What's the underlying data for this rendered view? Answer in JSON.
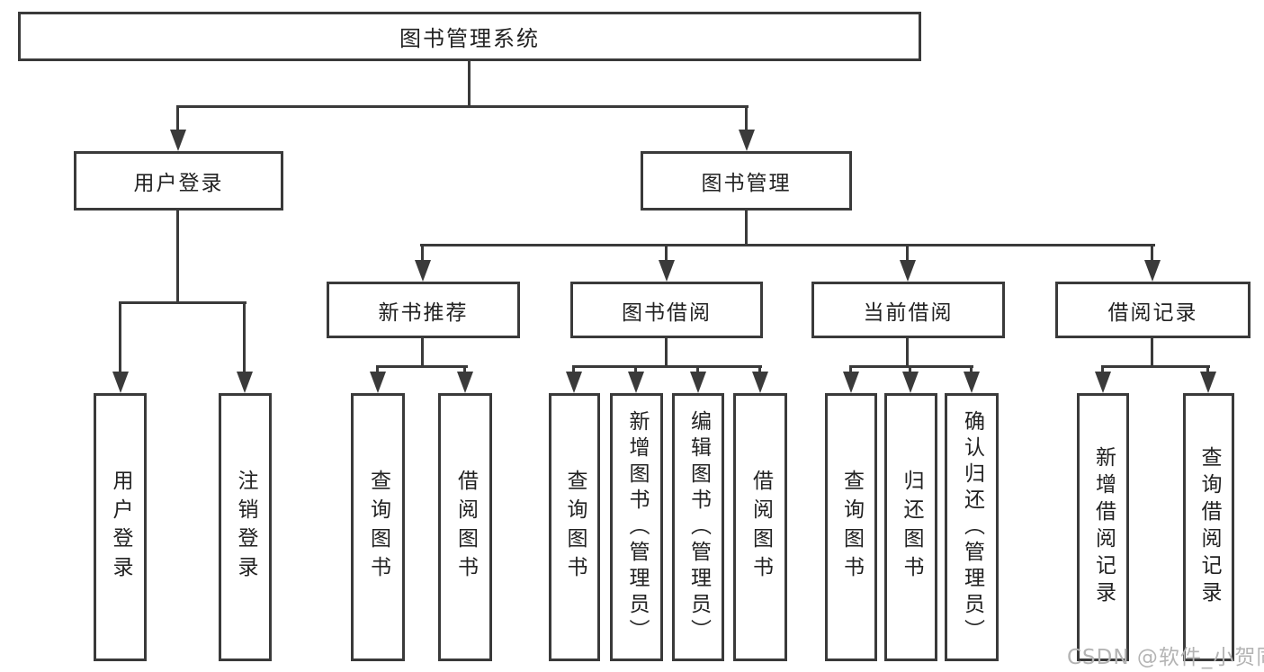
{
  "tree": {
    "label": "图书管理系统",
    "children": [
      {
        "label": "用户登录",
        "children": [
          {
            "label": "用户登录"
          },
          {
            "label": "注销登录"
          }
        ]
      },
      {
        "label": "图书管理",
        "children": [
          {
            "label": "新书推荐",
            "children": [
              {
                "label": "查询图书"
              },
              {
                "label": "借阅图书"
              }
            ]
          },
          {
            "label": "图书借阅",
            "children": [
              {
                "label": "查询图书"
              },
              {
                "label": "新增图书（管理员）"
              },
              {
                "label": "编辑图书（管理员）"
              },
              {
                "label": "借阅图书"
              }
            ]
          },
          {
            "label": "当前借阅",
            "children": [
              {
                "label": "查询图书"
              },
              {
                "label": "归还图书"
              },
              {
                "label": "确认归还（管理员）"
              }
            ]
          },
          {
            "label": "借阅记录",
            "children": [
              {
                "label": "新增借阅记录"
              },
              {
                "label": "查询借阅记录"
              }
            ]
          }
        ]
      }
    ]
  },
  "watermark": {
    "text": "CSDN @软件_小贺同学"
  },
  "colors": {
    "line": "#3a3a3a",
    "text": "#222222",
    "watermark": "#b4b4b4",
    "background": "#ffffff"
  }
}
